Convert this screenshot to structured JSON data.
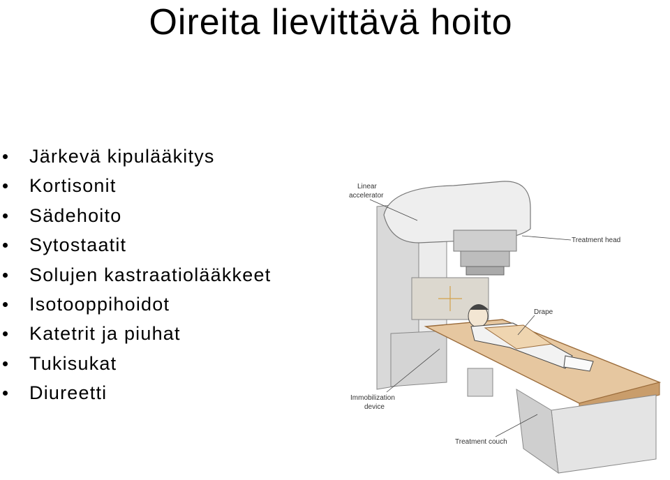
{
  "title": "Oireita lievittävä hoito",
  "bullets": [
    "Järkevä kipulääkitys",
    "Kortisonit",
    "Sädehoito",
    "Sytostaatit",
    "Solujen kastraatiolääkkeet",
    "Isotooppihoidot",
    "Katetrit ja piuhat",
    "Tukisukat",
    "Diureetti"
  ],
  "figure": {
    "labels": {
      "linear_line1": "Linear",
      "linear_line2": "accelerator",
      "treatment_head": "Treatment head",
      "drape": "Drape",
      "immob_line1": "Immobilization",
      "immob_line2": "device",
      "couch": "Treatment couch"
    }
  }
}
